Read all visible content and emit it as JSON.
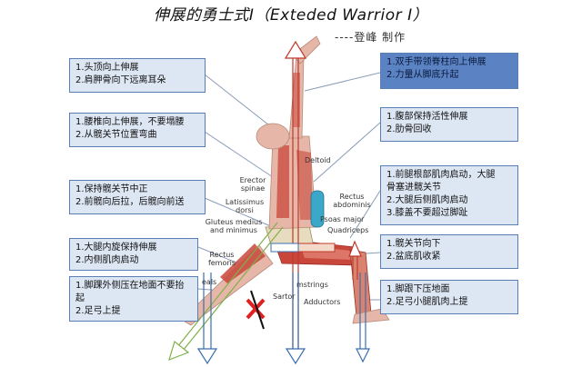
{
  "title": "伸展的勇士式Ⅰ（Exteded Warrior Ⅰ）",
  "author": "----登峰 制作",
  "left_boxes": [
    {
      "id": "l1",
      "lines": [
        "1.头顶向上伸展",
        "2.肩胛骨向下远离耳朵"
      ]
    },
    {
      "id": "l2",
      "lines": [
        "1.腰椎向上伸展，不要塌腰",
        "2.从髋关节位置弯曲"
      ]
    },
    {
      "id": "l3",
      "lines": [
        "1.保持髋关节中正",
        "2.前髋向后拉，后髋向前送"
      ]
    },
    {
      "id": "l4",
      "lines": [
        "1.大腿内旋保持伸展",
        "2.内侧肌肉启动"
      ]
    },
    {
      "id": "l5",
      "lines": [
        "1.脚踝外侧压在地面不要抬",
        "起",
        "2.足弓上提"
      ]
    }
  ],
  "right_boxes": [
    {
      "id": "r1",
      "lines": [
        "1.双手带领脊柱向上伸展",
        "2.力量从脚底升起"
      ]
    },
    {
      "id": "r2",
      "lines": [
        "1.腹部保持活性伸展",
        "2.肋骨回收"
      ]
    },
    {
      "id": "r3",
      "lines": [
        "1.前腿根部肌肉启动，大腿",
        "骨塞进髋关节",
        "2.大腿后侧肌肉启动",
        "3.膝盖不要超过脚趾"
      ]
    },
    {
      "id": "r4",
      "lines": [
        "1.髋关节向下",
        "2.盆底肌收紧"
      ]
    },
    {
      "id": "r5",
      "lines": [
        "1.脚跟下压地面",
        "2.足弓小腿肌肉上提"
      ]
    }
  ],
  "muscle_labels": {
    "deltoid": "Deltoid",
    "erector": "Erector\nspinae",
    "latissimus": "Latissimus\ndorsi",
    "rectus_abdominis": "Rectus\nabdominis",
    "psoas": "Psoas major",
    "quadriceps": "Quadriceps",
    "gluteus": "Gluteus medius\nand minimus",
    "rectus_femoris": "Rectus\nfemoris",
    "hamstrings": "mstrings",
    "adductors": "Adductors",
    "sartorius": "Sartor",
    "soleus": "eals"
  },
  "colors": {
    "box_fill": "#dde7f4",
    "box_border": "#5b7fb5",
    "box_dark_fill": "#5b83c4",
    "arrow_red": "#c0392b",
    "arrow_blue": "#3a6fb0",
    "muscle": "#c8473a",
    "bone": "#e8dcc0",
    "connector": "#8a9cb8",
    "cross_red": "#e02020"
  }
}
